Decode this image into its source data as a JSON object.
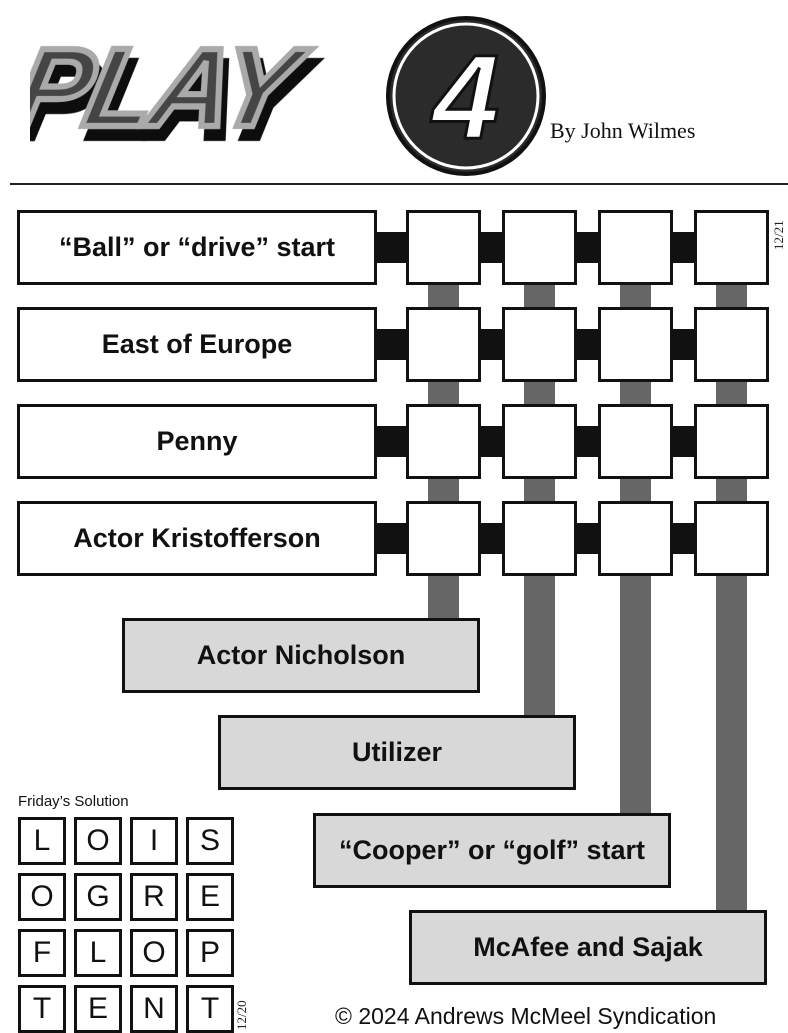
{
  "header": {
    "logo_text": "PLAY",
    "logo_number": "4",
    "byline": "By John Wilmes"
  },
  "puzzle": {
    "date": "12/21",
    "across_clues": [
      "“Ball” or “drive” start",
      "East of Europe",
      "Penny",
      "Actor Kristofferson"
    ],
    "down_clues": [
      "Actor Nicholson",
      "Utilizer",
      "“Cooper” or “golf” start",
      "McAfee and Sajak"
    ]
  },
  "solution": {
    "label": "Friday’s Solution",
    "date": "12/20",
    "rows": [
      [
        "L",
        "O",
        "I",
        "S"
      ],
      [
        "O",
        "G",
        "R",
        "E"
      ],
      [
        "F",
        "L",
        "O",
        "P"
      ],
      [
        "T",
        "E",
        "N",
        "T"
      ]
    ]
  },
  "footer": {
    "copyright": "© 2024 Andrews McMeel Syndication"
  }
}
